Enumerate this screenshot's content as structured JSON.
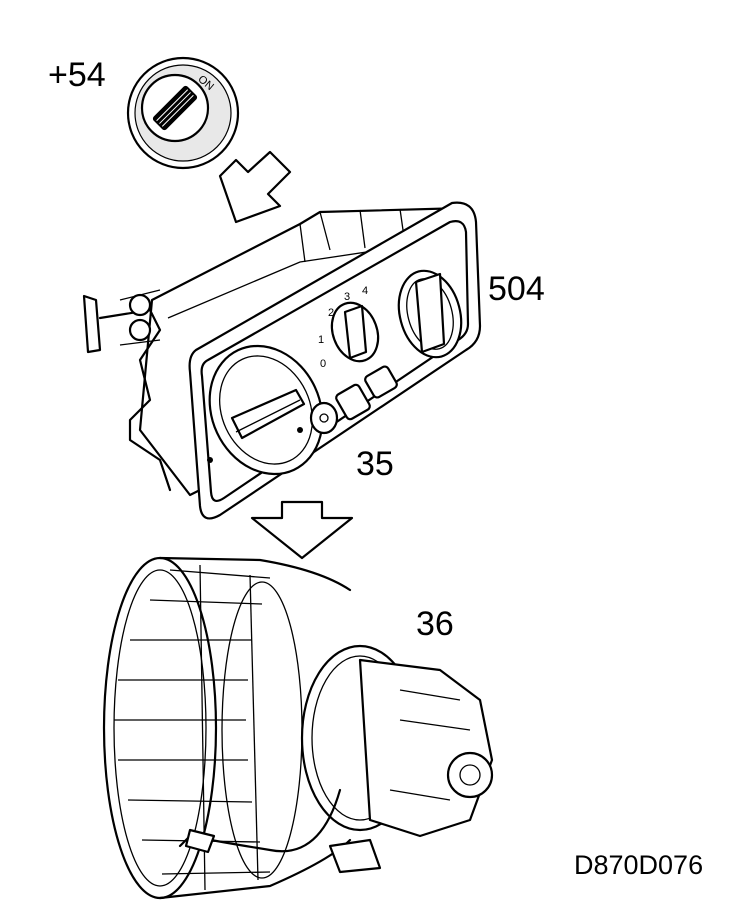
{
  "labels": {
    "ignition": "+54",
    "panel": "504",
    "connector": "35",
    "blower": "36",
    "drawing_code": "D870D076"
  },
  "switch_text": "ON",
  "dial_marks": [
    "0",
    "1",
    "2",
    "3",
    "4"
  ],
  "colors": {
    "line": "#000000",
    "background": "#ffffff"
  }
}
